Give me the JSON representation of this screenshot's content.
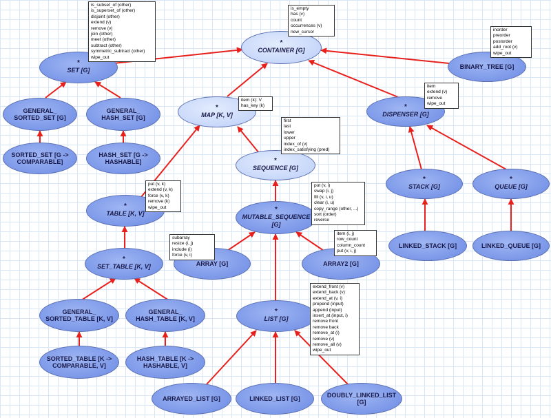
{
  "colors": {
    "edge": "#e8201c",
    "concrete_fill": "#7b97e8",
    "deferred_fill": "#c6d6fa",
    "grid": "#d9e6f7"
  },
  "nodes": {
    "container": {
      "label": "CONTAINER [G]",
      "star": "*"
    },
    "set": {
      "label": "SET [G]",
      "star": "*"
    },
    "binary_tree": {
      "label": "BINARY_TREE [G]"
    },
    "general_sorted_set": {
      "label": "GENERAL_\nSORTED_SET [G]"
    },
    "general_hash_set": {
      "label": "GENERAL_\nHASH_SET [G]"
    },
    "map": {
      "label": "MAP [K, V]",
      "star": "*"
    },
    "dispenser": {
      "label": "DISPENSER [G]",
      "star": "*"
    },
    "sorted_set": {
      "label": "SORTED_SET [G ->\nCOMPARABLE]"
    },
    "hash_set": {
      "label": "HASH_SET [G ->\nHASHABLE]"
    },
    "sequence": {
      "label": "SEQUENCE [G]",
      "star": "*"
    },
    "stack": {
      "label": "STACK [G]",
      "star": "*"
    },
    "queue": {
      "label": "QUEUE [G]",
      "star": "*"
    },
    "table": {
      "label": "TABLE [K, V]",
      "star": "*"
    },
    "mutable_sequence": {
      "label": "MUTABLE_SEQUENCE\n[G]",
      "star": "*"
    },
    "linked_stack": {
      "label": "LINKED_STACK [G]"
    },
    "linked_queue": {
      "label": "LINKED_QUEUE [G]"
    },
    "set_table": {
      "label": "SET_TABLE [K, V]",
      "star": "*"
    },
    "array": {
      "label": "ARRAY [G]"
    },
    "array2": {
      "label": "ARRAY2 [G]"
    },
    "general_sorted_table": {
      "label": "GENERAL_\nSORTED_TABLE [K, V]"
    },
    "general_hash_table": {
      "label": "GENERAL_\nHASH_TABLE [K, V]"
    },
    "list": {
      "label": "LIST [G]",
      "star": "*"
    },
    "sorted_table": {
      "label": "SORTED_TABLE [K ->\nCOMPARABLE, V]"
    },
    "hash_table": {
      "label": "HASH_TABLE [K ->\nHASHABLE, V]"
    },
    "arrayed_list": {
      "label": "ARRAYED_LIST [G]"
    },
    "linked_list": {
      "label": "LINKED_LIST [G]"
    },
    "doubly_linked_list": {
      "label": "DOUBLY_LINKED_LIST\n[G]"
    }
  },
  "features": {
    "set": [
      "is_subset_of (other)",
      "is_superset_of (other)",
      "disjoint (other)",
      "extend (v)",
      "remove (v)",
      "join (other)",
      "meet (other)",
      "subtract (other)",
      "symmetric_subtract (other)",
      "wipe_out"
    ],
    "container": [
      "is_empty",
      "has (v)",
      "count",
      "occurrences (v)",
      "new_cursor"
    ],
    "binary_tree": [
      "inorder",
      "preorder",
      "postorder",
      "add_root (v)",
      "wipe_out"
    ],
    "map": [
      "item (k): V",
      "has_key (k)"
    ],
    "dispenser": [
      "item",
      "extend (v)",
      "remove",
      "wipe_out"
    ],
    "sequence": [
      "first",
      "last",
      "lower",
      "upper",
      "index_of (v)",
      "index_satisfying (pred)"
    ],
    "table": [
      "put (v, k)",
      "extend (v, k)",
      "force (v, k)",
      "remove (k)",
      "wipe_out"
    ],
    "mutable_sequence": [
      "put (v, i)",
      "swap (i, j)",
      "fill (v, i, u)",
      "clear (i, u)",
      "copy_range (other, ...)",
      "sort (order)",
      "reverse"
    ],
    "array": [
      "subarray",
      "resize (i, j)",
      "include (i)",
      "force (v, i)"
    ],
    "array2": [
      "item (i, j)",
      "row_count",
      "column_count",
      "put (v, i, j)"
    ],
    "list": [
      "extend_front (v)",
      "extend_back (v)",
      "extend_at (v, i)",
      "prepend (input)",
      "append (input)",
      "insert_at (input, i)",
      "remove front",
      "remove back",
      "remove_at (i)",
      "remove (v)",
      "remove_all (v)",
      "wipe_out"
    ]
  }
}
